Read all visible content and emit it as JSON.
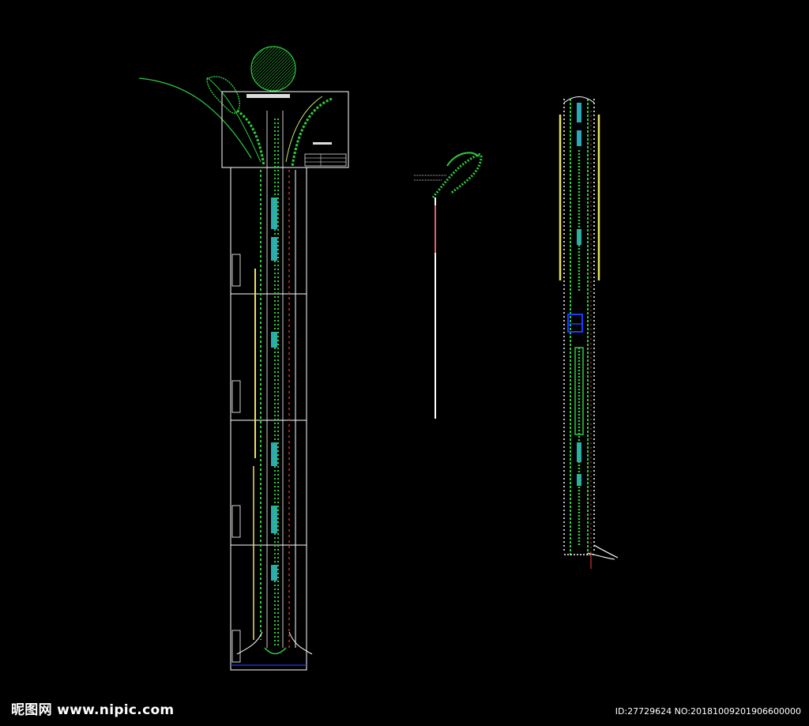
{
  "colors": {
    "background": "#000000",
    "frame": "#ffffff",
    "planting": "#2ecc40",
    "water": "#35c6d6",
    "accent_red": "#d32f2f",
    "yellow_line": "#e8e060",
    "blue_marker": "#1a3cff"
  },
  "drawings": [
    {
      "name": "main-layout-plan",
      "section_sheets": 5,
      "title_block": true
    },
    {
      "name": "key-plan",
      "section_sheets": 0,
      "title_block": false
    },
    {
      "name": "overall-planting-plan",
      "section_sheets": 0,
      "title_block": false
    }
  ],
  "watermark": {
    "site": "昵图网 www.nipic.com",
    "id_text": "ID:27729624 NO:20181009201906600000"
  }
}
